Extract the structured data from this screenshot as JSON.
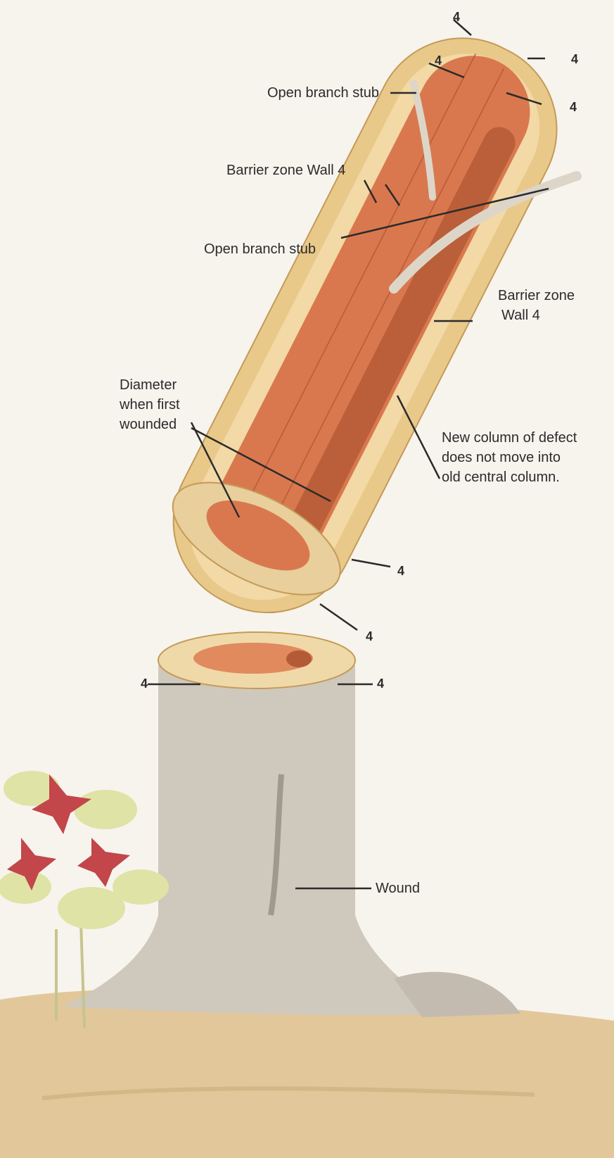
{
  "labels": {
    "open_branch_stub_top": "Open branch stub",
    "barrier_zone_wall4_top": "Barrier zone Wall 4",
    "open_branch_stub_mid": "Open branch stub",
    "barrier_zone_right": [
      "Barrier zone",
      "Wall 4"
    ],
    "diameter_when_wounded": [
      "Diameter",
      "when first",
      "wounded"
    ],
    "new_column": [
      "New column of defect",
      "does not move into",
      "old central column."
    ],
    "wound": "Wound",
    "wall_number": "4"
  },
  "colors": {
    "background": "#f7f4ee",
    "bark_outer": "#e9c98a",
    "sapwood": "#f2d9a6",
    "heartwood": "#d9784e",
    "decay": "#b45a36",
    "stump": "#cfc8bd",
    "ground": "#e2c79a",
    "leaf": "#dfe3a6",
    "flower": "#c2464a",
    "line": "#2b2b2b"
  }
}
